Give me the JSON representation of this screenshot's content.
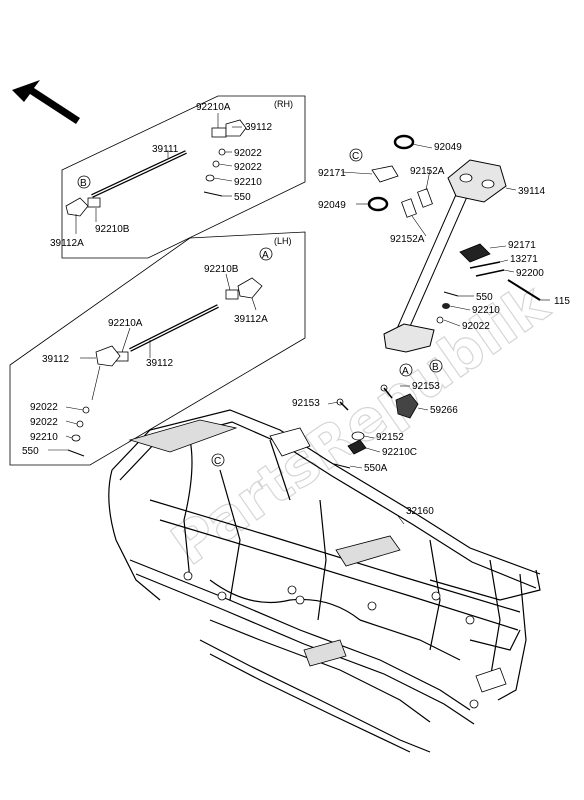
{
  "diagram": {
    "watermark": "PartsRepublik",
    "rh_tag": "(RH)",
    "lh_tag": "(LH)",
    "callouts": {
      "rh_b": "B",
      "lh_a": "A",
      "col_c": "C",
      "col_b": "B",
      "col_a": "A",
      "frame_c": "C"
    },
    "rh_box": {
      "p1": "92210A",
      "p2": "39112",
      "p3": "39111",
      "p4": "92022",
      "p5": "92022",
      "p6": "92210",
      "p7": "550",
      "p8": "92210B",
      "p9": "39112A"
    },
    "lh_box": {
      "p1": "92210B",
      "p2": "39112A",
      "p3": "92210A",
      "p4": "39112",
      "p5": "39112",
      "p6": "92022",
      "p7": "92022",
      "p8": "92210",
      "p9": "550"
    },
    "column": {
      "p1": "92049",
      "p2": "92171",
      "p3": "92152A",
      "p4": "39114",
      "p5": "92049",
      "p6": "92152A",
      "p7": "92171",
      "p8": "13271",
      "p9": "92200",
      "p10": "550",
      "p11": "115",
      "p12": "92210",
      "p13": "92022",
      "p14": "92153",
      "p15": "92153",
      "p16": "59266",
      "p17": "92152",
      "p18": "92210C",
      "p19": "550A",
      "p20": "32160"
    }
  }
}
